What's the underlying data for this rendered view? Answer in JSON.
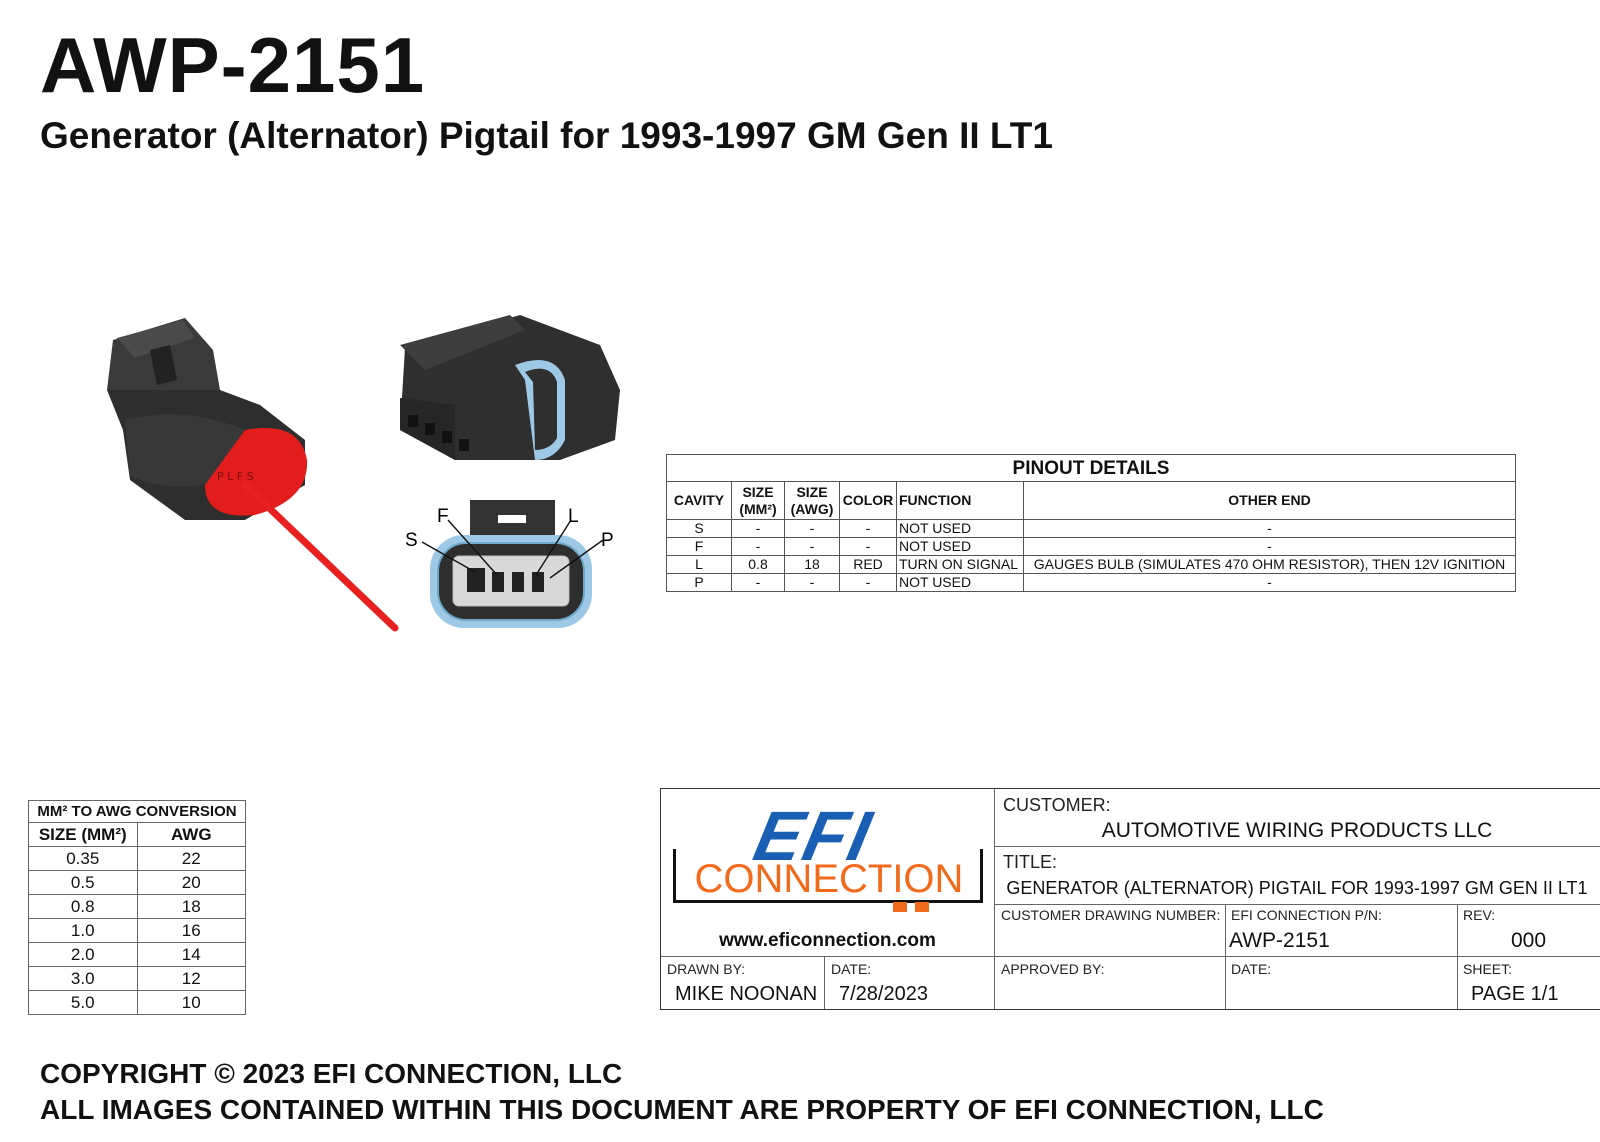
{
  "header": {
    "part_number": "AWP-2151",
    "subtitle": "Generator (Alternator) Pigtail for 1993-1997 GM Gen II LT1"
  },
  "diagram": {
    "labels": [
      "S",
      "F",
      "L",
      "P"
    ],
    "housing_letters": "P L F S",
    "colors": {
      "housing": "#2f2f2f",
      "seal_red": "#e31c1c",
      "wire_red": "#e82020",
      "seal_blue": "#9ec9e6"
    }
  },
  "pinout": {
    "caption": "PINOUT DETAILS",
    "headers": [
      "CAVITY",
      "SIZE (MM²)",
      "SIZE (AWG)",
      "COLOR",
      "FUNCTION",
      "OTHER END"
    ],
    "rows": [
      [
        "S",
        "-",
        "-",
        "-",
        "NOT USED",
        "-"
      ],
      [
        "F",
        "-",
        "-",
        "-",
        "NOT USED",
        "-"
      ],
      [
        "L",
        "0.8",
        "18",
        "RED",
        "TURN ON SIGNAL",
        "GAUGES BULB (SIMULATES 470 OHM RESISTOR), THEN 12V IGNITION"
      ],
      [
        "P",
        "-",
        "-",
        "-",
        "NOT USED",
        "-"
      ]
    ]
  },
  "conversion": {
    "caption": "MM² TO AWG CONVERSION",
    "headers": [
      "SIZE (MM²)",
      "AWG"
    ],
    "rows": [
      [
        "0.35",
        "22"
      ],
      [
        "0.5",
        "20"
      ],
      [
        "0.8",
        "18"
      ],
      [
        "1.0",
        "16"
      ],
      [
        "2.0",
        "14"
      ],
      [
        "3.0",
        "12"
      ],
      [
        "5.0",
        "10"
      ]
    ]
  },
  "title_block": {
    "logo_top": "EFI",
    "logo_bottom": "CONNECTION",
    "website": "www.eficonnection.com",
    "customer_label": "CUSTOMER:",
    "customer": "AUTOMOTIVE WIRING PRODUCTS LLC",
    "title_label": "TITLE:",
    "title": "GENERATOR (ALTERNATOR) PIGTAIL FOR 1993-1997 GM GEN II LT1",
    "cust_dwg_label": "CUSTOMER DRAWING NUMBER:",
    "efi_pn_label": "EFI CONNECTION P/N:",
    "efi_pn": "AWP-2151",
    "rev_label": "REV:",
    "rev": "000",
    "drawn_by_label": "DRAWN BY:",
    "drawn_by": "MIKE NOONAN",
    "date_label": "DATE:",
    "date": "7/28/2023",
    "approved_label": "APPROVED BY:",
    "date2_label": "DATE:",
    "sheet_label": "SHEET:",
    "sheet": "PAGE 1/1",
    "colors": {
      "logo_blue": "#1a5fb4",
      "logo_orange": "#f26a1b"
    }
  },
  "footer": {
    "line1": "COPYRIGHT © 2023 EFI CONNECTION, LLC",
    "line2": "ALL IMAGES CONTAINED WITHIN THIS DOCUMENT ARE PROPERTY OF EFI CONNECTION, LLC"
  }
}
